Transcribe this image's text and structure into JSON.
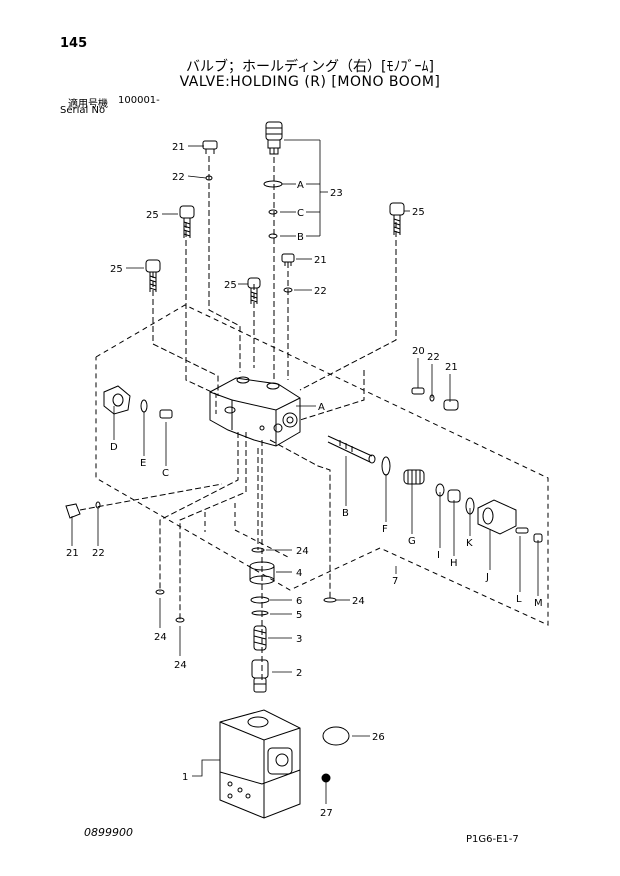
{
  "header": {
    "page_number": "145",
    "title_jp": "バルブ；ホールディング（右）[ﾓﾉﾌﾞｰﾑ]",
    "title_en": "VALVE:HOLDING (R) [MONO BOOM]",
    "serial_label_jp": "適用号機",
    "serial_value": "100001-",
    "serial_label_en": "Serial No"
  },
  "footer": {
    "doc_code": "0899900",
    "figure_code": "P1G6-E1-7"
  },
  "callouts": {
    "c21_top": "21",
    "c22_top": "22",
    "c23": "23",
    "c25_left_a": "25",
    "c25_left_b": "25",
    "c25_right": "25",
    "c25_mid": "25",
    "c21_mid": "21",
    "c22_mid": "22",
    "cA_ring": "A",
    "cC_ring": "C",
    "cB_ring": "B",
    "c20_right": "20",
    "c22_right": "22",
    "c21_right": "21",
    "cA_body": "A",
    "cD": "D",
    "cE": "E",
    "cC": "C",
    "cB_spool": "B",
    "cF": "F",
    "cG": "G",
    "cI": "I",
    "cH": "H",
    "cK": "K",
    "cJ": "J",
    "cL": "L",
    "cM": "M",
    "c21_low": "21",
    "c22_low": "22",
    "c7": "7",
    "c24_a": "24",
    "c4": "4",
    "c6": "6",
    "c5": "5",
    "c3": "3",
    "c2": "2",
    "c24_b": "24",
    "c24_c": "24",
    "c24_d": "24",
    "c26": "26",
    "c1": "1",
    "c27": "27"
  }
}
